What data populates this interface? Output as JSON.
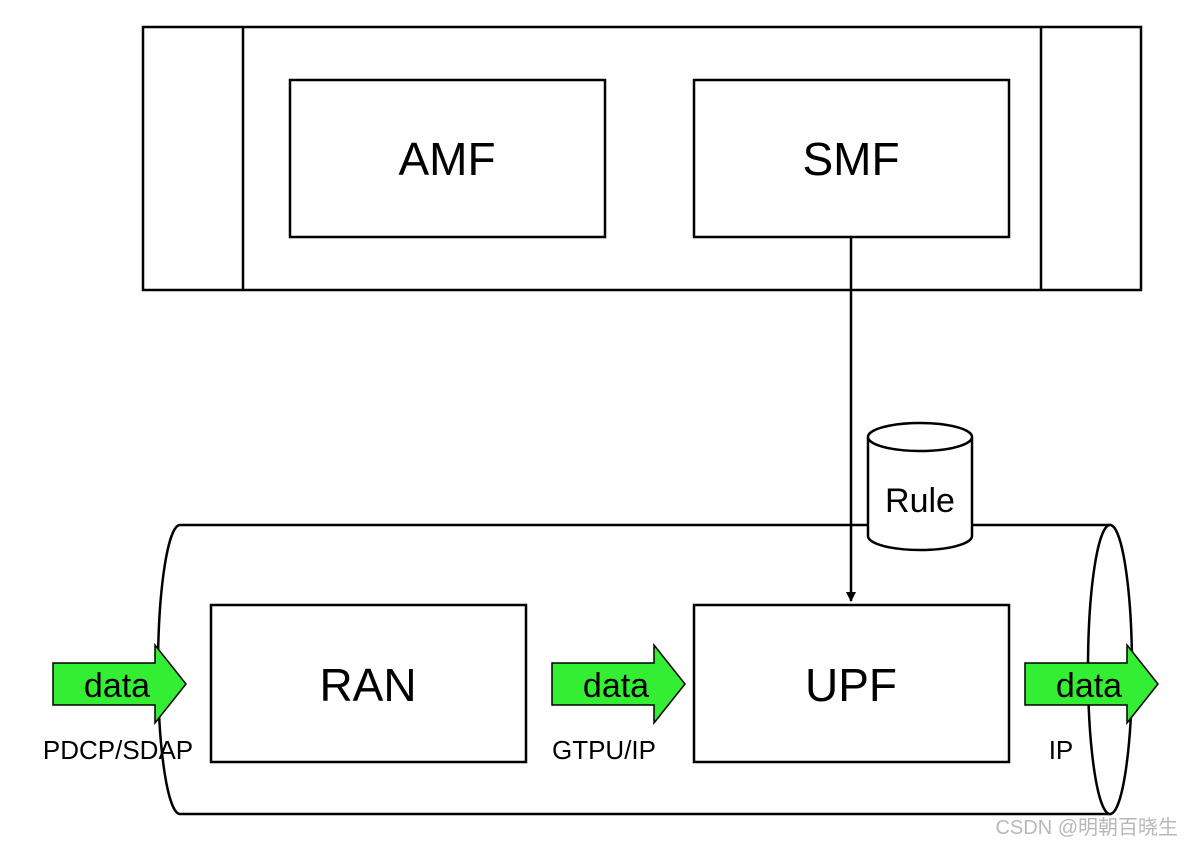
{
  "control_plane": {
    "amf_label": "AMF",
    "smf_label": "SMF"
  },
  "storage": {
    "rule_label": "Rule"
  },
  "user_plane": {
    "ran_label": "RAN",
    "upf_label": "UPF"
  },
  "flows": [
    {
      "label": "data",
      "protocol": "PDCP/SDAP"
    },
    {
      "label": "data",
      "protocol": "GTPU/IP"
    },
    {
      "label": "data",
      "protocol": "IP"
    }
  ],
  "watermark": "CSDN @明朝百晓生",
  "colors": {
    "data_arrow": "#33ee33",
    "stroke": "#000000",
    "background": "#ffffff"
  }
}
